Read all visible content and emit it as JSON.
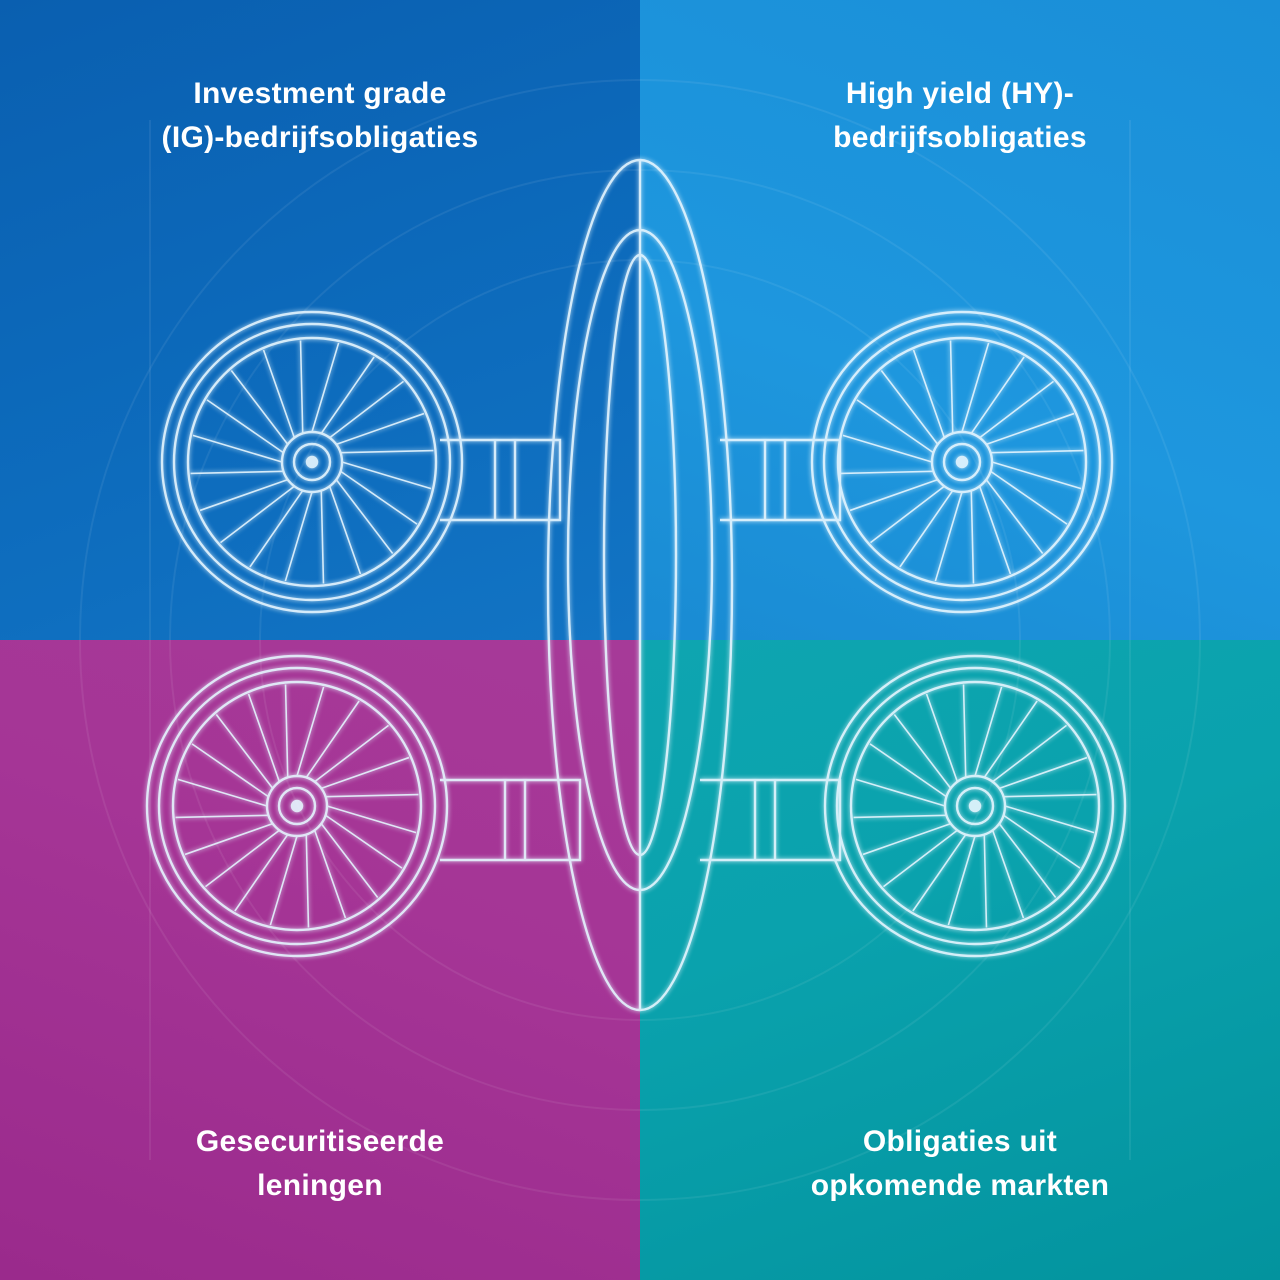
{
  "quadrants": [
    {
      "id": "tl",
      "color": "#0d6cbd",
      "lines": [
        "Investment grade",
        "(IG)-bedrijfsobligaties"
      ]
    },
    {
      "id": "tr",
      "color": "#1e97de",
      "lines": [
        "High yield (HY)-",
        "bedrijfsobligaties"
      ]
    },
    {
      "id": "bl",
      "color": "#a53596",
      "lines": [
        "Gesecuritiseerde",
        "leningen"
      ]
    },
    {
      "id": "br",
      "color": "#0aa2ad",
      "lines": [
        "Obligaties uit",
        "opkomende markten"
      ]
    }
  ],
  "illustration": {
    "subject": "wireframe-drone-with-four-fans",
    "line_color": "#e6f6ff"
  }
}
